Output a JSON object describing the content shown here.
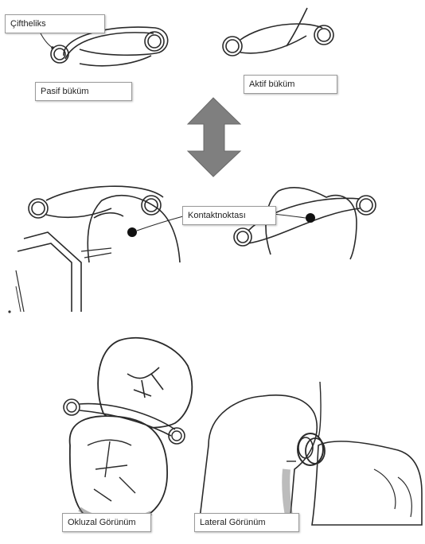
{
  "labels": {
    "double_helix": "Çiftheliks",
    "passive_twist": "Pasif büküm",
    "active_twist": "Aktif büküm",
    "contact_point": "Kontaktnoktası",
    "occlusal_view": "Okluzal Görünüm",
    "lateral_view": "Lateral Görünüm"
  },
  "colors": {
    "line": "#2a2a2a",
    "arrow_fill": "#7f7f7f",
    "tooth_shade": "#6a6a6a",
    "background": "#ffffff"
  }
}
